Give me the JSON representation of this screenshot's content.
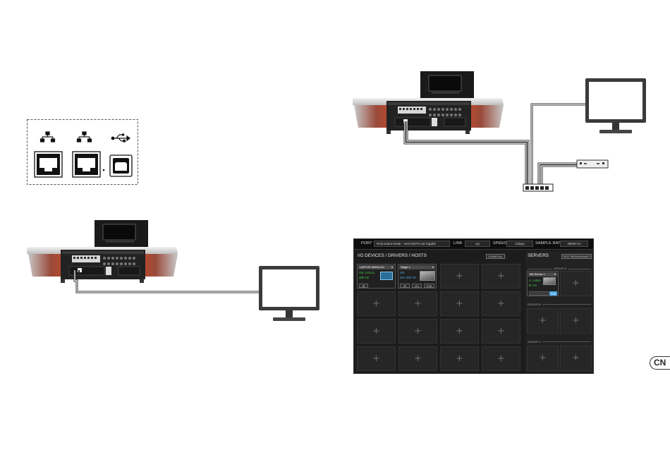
{
  "dante_ui": {
    "topbar": {
      "port_label": "PORT",
      "port_value": "Redundant Mode - Intel 82579 LM Gigabit",
      "link_label": "LINK",
      "link_value": "Up",
      "speed_label": "SPEED",
      "speed_value": "1Gbps",
      "sample_rate_label": "SAMPLE RATE",
      "sample_rate_value": "48000 Hz"
    },
    "io": {
      "title": "I/O DEVICES / DRIVERS / HOSTS",
      "clear_all": "CLEAR ALL",
      "card1": {
        "name": "LAPTOP-MNNLKZI",
        "status1": "ON: LOCAL",
        "status2": "48K Hz",
        "btn_settings": "⚙"
      },
      "card2": {
        "name": "Stagé 1",
        "status1": "ON",
        "status2": "ON: 48K Hz",
        "btn_settings": "⚙",
        "btn_io": "I/O",
        "btn_fw": "F/W"
      },
      "plus": "+"
    },
    "servers": {
      "title": "SERVERS",
      "test_redundancy": "TEST REDUNDANCY",
      "group_a": "GROUP A",
      "group_b": "GROUP B",
      "group_c": "GROUP C",
      "server1": {
        "name": "M4 Server 1",
        "status1": "A: Active",
        "status2": "B: On",
        "btn_fw": "F/W"
      },
      "plus": "+"
    }
  },
  "badge": "CN",
  "colors": {
    "ui_bg": "#1c1c1c",
    "status_green": "#3fd23f",
    "status_blue": "#4aa8e8",
    "console_glow": "#d84020"
  },
  "icons": [
    "network-icon",
    "usb-icon",
    "rj45-port-icon",
    "usb-b-port-icon",
    "monitor-icon",
    "network-switch-icon",
    "mixing-console-icon"
  ]
}
